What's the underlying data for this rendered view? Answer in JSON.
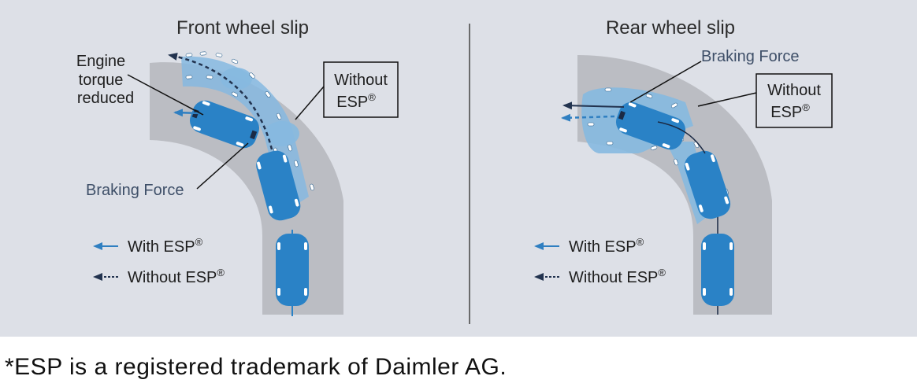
{
  "titles": {
    "front": "Front wheel slip",
    "rear": "Rear wheel slip"
  },
  "labels": {
    "engine_torque": [
      "Engine",
      "torque",
      "reduced"
    ],
    "braking_force": "Braking Force",
    "without_box": "Without",
    "esp": "ESP",
    "reg_mark": "®"
  },
  "legend": {
    "with": "With ESP",
    "without": "Without ESP"
  },
  "footnote": "*ESP is a registered trademark of Daimler AG.",
  "colors": {
    "background": "#dde0e7",
    "road": "#bbbdc3",
    "car_solid": "#2a82c6",
    "car_faded": "#86b9e0",
    "arrow_with": "#2f7fc1",
    "arrow_without": "#22334f"
  }
}
